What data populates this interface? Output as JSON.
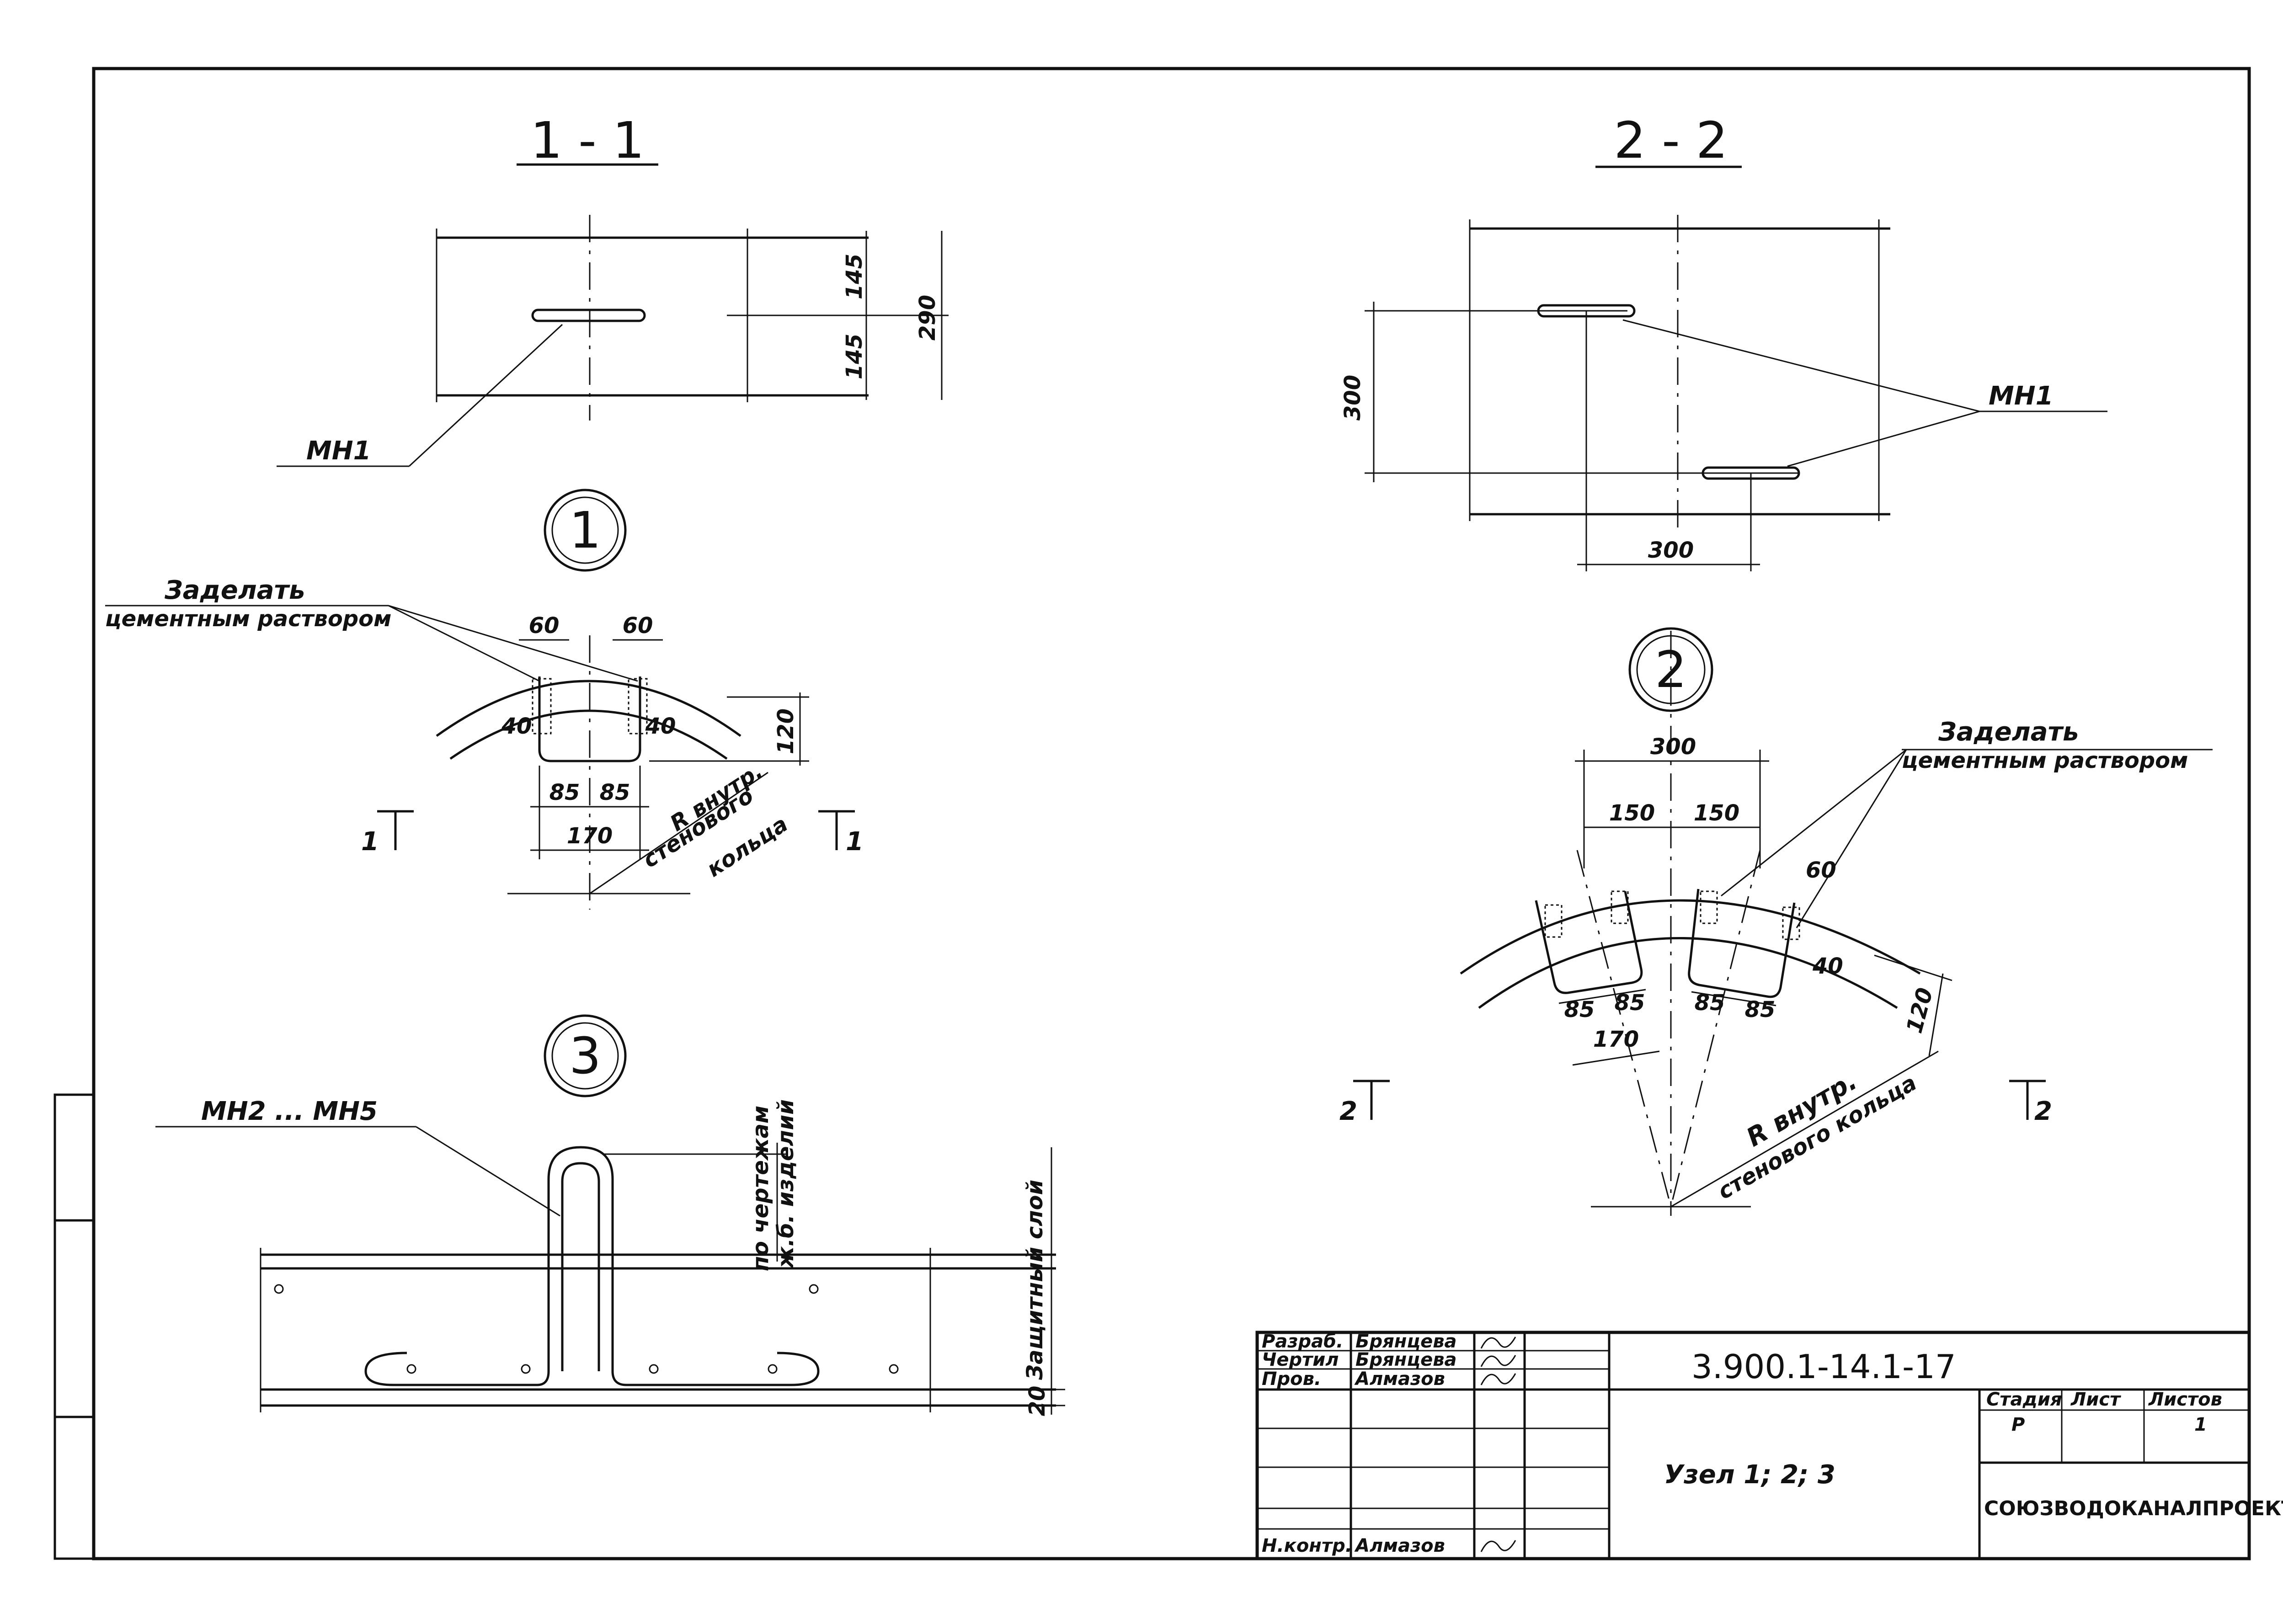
{
  "views": {
    "section_1_1": {
      "title": "1 - 1",
      "label_mark": "МН1",
      "dims": [
        "145",
        "145",
        "290"
      ]
    },
    "section_2_2": {
      "title": "2 - 2",
      "label_mark": "МН1",
      "dims": [
        "300",
        "300"
      ]
    },
    "node_1": {
      "number": "1",
      "note_line1": "Заделать",
      "note_line2": "цементным раствором",
      "dims": [
        "60",
        "60",
        "40",
        "40",
        "120",
        "85",
        "85",
        "170"
      ],
      "cut_left": "1",
      "cut_right": "1",
      "radius_line1": "R внутр.",
      "radius_line2": "стенового",
      "radius_line3": "кольца"
    },
    "node_2": {
      "number": "2",
      "note_line1": "Заделать",
      "note_line2": "цементным раствором",
      "dims": [
        "300",
        "150",
        "150",
        "60",
        "40",
        "120",
        "85",
        "85",
        "85",
        "85",
        "170"
      ],
      "cut_left": "2",
      "cut_right": "2",
      "radius_line1": "R внутр.",
      "radius_line2": "стенового кольца"
    },
    "node_3": {
      "number": "3",
      "label_mark": "МН2 ... МН5",
      "note_line1": "по чертежам",
      "note_line2": "ж.б. изделий",
      "cover_label": "Защитный слой",
      "cover_dim": "20"
    }
  },
  "title_block": {
    "rows": [
      {
        "role": "Разраб.",
        "name": "Брянцева"
      },
      {
        "role": "Чертил",
        "name": "Брянцева"
      },
      {
        "role": "Пров.",
        "name": "Алмазов"
      },
      {
        "role": "Н.контр.",
        "name": "Алмазов"
      }
    ],
    "doc_code": "3.900.1-14.1-17",
    "sheet_title": "Узел 1; 2; 3",
    "stage_header": "Стадия",
    "sheet_header": "Лист",
    "sheets_header": "Листов",
    "stage_value": "Р",
    "sheet_value": "",
    "sheets_value": "1",
    "organization": "СОЮЗВОДОКАНАЛПРОЕКТ"
  }
}
